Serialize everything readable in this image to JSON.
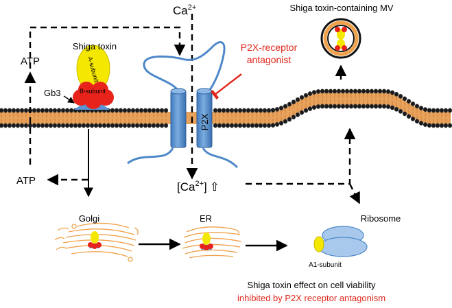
{
  "labels": {
    "calcium_in": "Ca",
    "calcium_in_charge": "2+",
    "mv_title": "Shiga toxin-containing MV",
    "antagonist_line1": "P2X-receptor",
    "antagonist_line2": "antagonist",
    "atp_top": "ATP",
    "atp_bottom": "ATP",
    "shiga_toxin": "Shiga toxin",
    "gb3": "Gb3",
    "a_subunit": "A-subunit",
    "b_subunit": "B-subunit",
    "p2x": "P2X",
    "calcium_conc_open": "[Ca",
    "calcium_conc_charge": "2+",
    "calcium_conc_close": "]",
    "calcium_up_arrow": "⇧",
    "golgi": "Golgi",
    "er": "ER",
    "ribosome": "Ribosome",
    "a1_subunit": "A1-subunit",
    "effect_line1": "Shiga toxin effect on cell viability",
    "effect_line2": "inhibited by P2X receptor antagonism"
  },
  "colors": {
    "membrane_head": "#1a1a1a",
    "membrane_tail": "#e8a25c",
    "toxin_a": "#f5e800",
    "toxin_b": "#e8231b",
    "receptor": "#5b93d3",
    "antagonist": "#e0261b",
    "organelle": "#f0a14a",
    "ribosome": "#a9c9ec"
  }
}
